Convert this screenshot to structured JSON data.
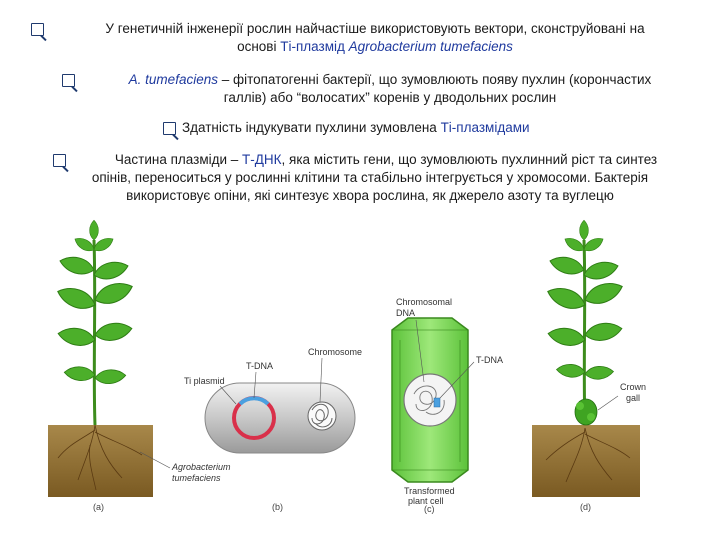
{
  "bullets": [
    {
      "line1": "У генетичній інженерії рослин найчастіше використовують вектори, сконструйовані на",
      "line2_a": "основі ",
      "line2_b": "Ті-плазмід ",
      "line2_c": "Agrobacterium tumefaciens"
    },
    {
      "line1_a": "A. tumefaciens",
      "line1_b": " – фітопатогенні бактерії, що зумовлюють появу пухлин (корончастих",
      "line2": "галлів) або “волосатих” коренів у дводольних рослин"
    },
    {
      "line1_a": "Здатність індукувати пухлини зумовлена ",
      "line1_b": "Ті-плазмідами"
    },
    {
      "line1_a": "Частина плазміди – ",
      "line1_b": "Т-ДНК",
      "line1_c": ", яка містить гени, що зумовлюють пухлинний ріст та синтез",
      "line2": "опінів, переноситься у рослинні клітини та стабільно інтегрується у хромосоми. Бактерія",
      "line3": "використовує опіни, які синтезує хвора рослина, як джерело азоту та вуглецю"
    }
  ],
  "figure": {
    "labels": {
      "agro_line1": "Agrobacterium",
      "agro_line2": "tumefaciens",
      "ti_plasmid": "Ti plasmid",
      "tdna_b": "T-DNA",
      "chromosome": "Chromosome",
      "chromosomal_dna_1": "Chromosomal",
      "chromosomal_dna_2": "DNA",
      "tdna_c": "T-DNA",
      "transformed_1": "Transformed",
      "transformed_2": "plant cell",
      "crown_1": "Crown",
      "crown_2": "gall"
    },
    "panels": [
      "(a)",
      "(b)",
      "(c)",
      "(d)"
    ]
  },
  "colors": {
    "accent": "#1f3a9e",
    "leaf": "#4caf2a",
    "soil": "#8a6a2e",
    "cell_green": "#7ed957",
    "tdna_red": "#d9304a"
  }
}
